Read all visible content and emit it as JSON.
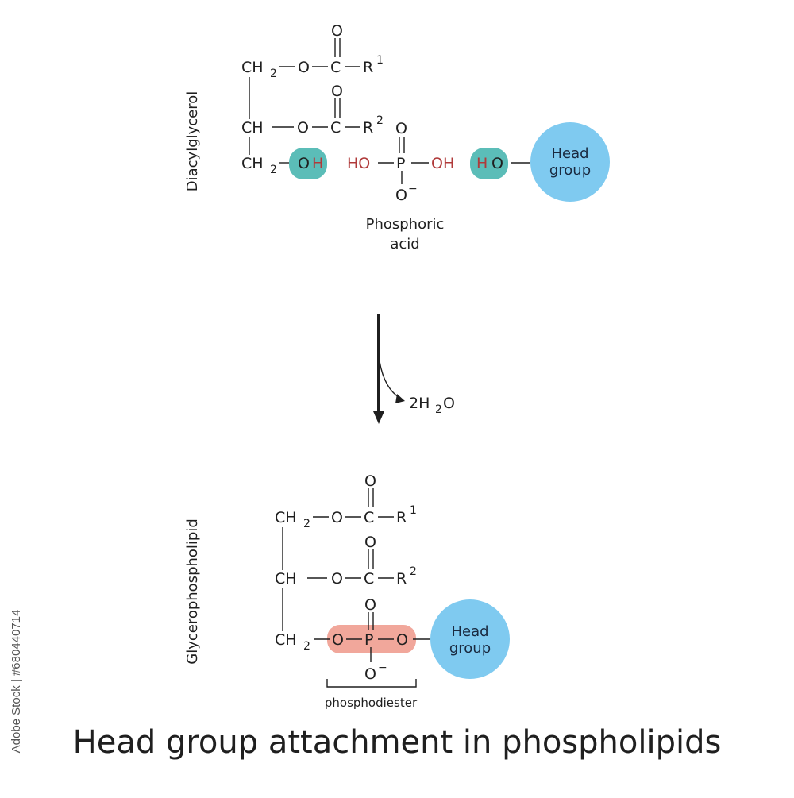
{
  "title": "Head group attachment in phospholipids",
  "stock_id": "Adobe Stock | #680440714",
  "reactant": {
    "side_label": "Diacylglycerol",
    "head_group": [
      "Head",
      "group"
    ],
    "phosphoric_acid": [
      "Phosphoric",
      "acid"
    ]
  },
  "reaction": {
    "byproduct": "2H",
    "byproduct_sub": "2",
    "byproduct_tail": "O"
  },
  "product": {
    "side_label": "Glycerophospholipid",
    "head_group": [
      "Head",
      "group"
    ],
    "bond_label": "phosphodiester"
  },
  "colors": {
    "teal": "#5bbdb8",
    "blue": "#7fcaf0",
    "pink": "#f1a79b",
    "red": "#b03a3a"
  }
}
